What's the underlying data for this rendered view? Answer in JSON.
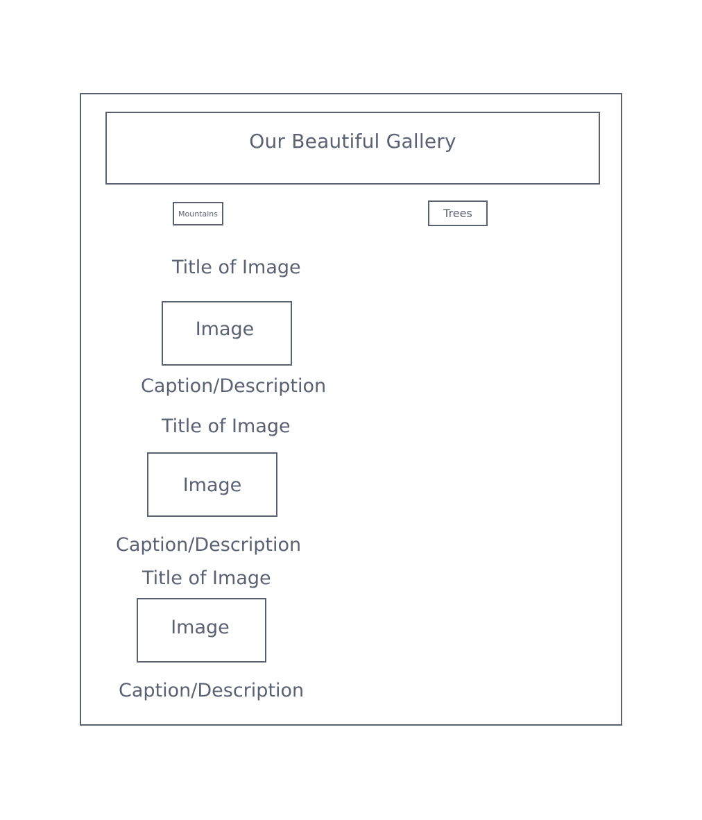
{
  "header": {
    "title": "Our Beautiful Gallery"
  },
  "filters": {
    "mountains_label": "Mountains",
    "trees_label": "Trees"
  },
  "gallery": {
    "items": [
      {
        "title": "Title of Image",
        "image_label": "Image",
        "caption": "Caption/Description"
      },
      {
        "title": "Title of Image",
        "image_label": "Image",
        "caption": "Caption/Description"
      },
      {
        "title": "Title of Image",
        "image_label": "Image",
        "caption": "Caption/Description"
      }
    ]
  },
  "colors": {
    "stroke": "#5a6172",
    "background": "#ffffff"
  }
}
